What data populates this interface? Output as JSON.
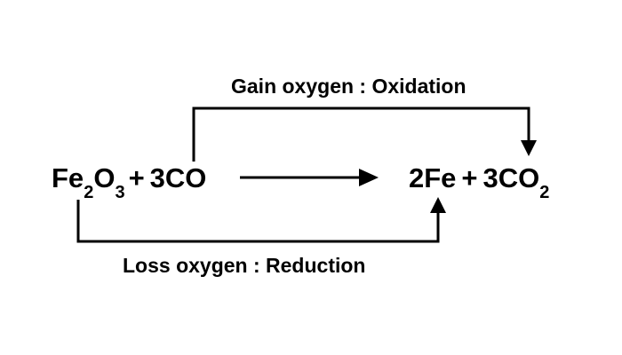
{
  "labels": {
    "top": "Gain oxygen : Oxidation",
    "bottom": "Loss oxygen : Reduction"
  },
  "reactants": {
    "fe": "Fe",
    "fe_sub": "2",
    "o": "O",
    "o_sub": "3",
    "plus": "+",
    "co": "3CO"
  },
  "products": {
    "fe": "2Fe",
    "plus": "+",
    "co": "3CO",
    "co_sub": "2"
  },
  "colors": {
    "ink": "#000000",
    "background": "#ffffff"
  }
}
